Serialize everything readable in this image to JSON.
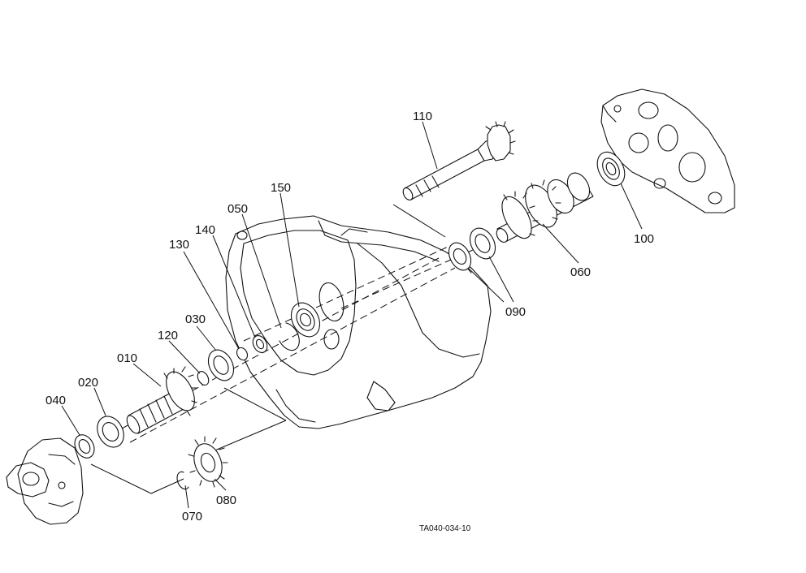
{
  "labels": {
    "p110": "110",
    "p150": "150",
    "p050": "050",
    "p140": "140",
    "p130": "130",
    "p030": "030",
    "p120": "120",
    "p010": "010",
    "p020": "020",
    "p040": "040",
    "p070": "070",
    "p080": "080",
    "p090": "090",
    "p060": "060",
    "p100": "100"
  },
  "drawing_code": "TA040-034-10"
}
